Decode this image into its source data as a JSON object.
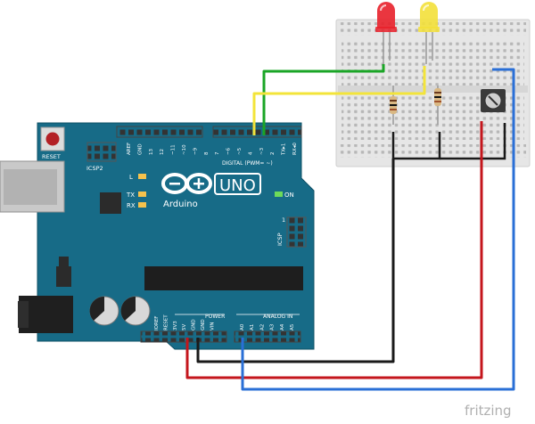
{
  "board": {
    "brand": "Arduino",
    "model": "UNO",
    "reset_label": "RESET",
    "icsp2_label": "ICSP2",
    "icsp_label": "ICSP",
    "icsp_pin1": "1",
    "led_l": "L",
    "led_tx": "TX",
    "led_rx": "RX",
    "led_on": "ON",
    "digital_label": "DIGITAL (PWM= ~)",
    "power_label": "POWER",
    "analog_label": "ANALOG IN",
    "digital_pins": [
      "AREF",
      "GND",
      "13",
      "12",
      "~11",
      "~10",
      "~9",
      "8",
      "7",
      "~6",
      "~5",
      "4",
      "~3",
      "2",
      "TX▸1",
      "RX◂0"
    ],
    "power_pins": [
      "IOREF",
      "RESET",
      "3V3",
      "5V",
      "GND",
      "GND",
      "VIN"
    ],
    "analog_pins": [
      "A0",
      "A1",
      "A2",
      "A3",
      "A4",
      "A5"
    ]
  },
  "leds": [
    {
      "color": "red",
      "hex": "#e8202a"
    },
    {
      "color": "yellow",
      "hex": "#f3e03a"
    }
  ],
  "wires": {
    "green": "#1aa526",
    "yellow": "#f3e43a",
    "black": "#1a1a1a",
    "red": "#c4161c",
    "blue": "#2a6fd6"
  },
  "watermark": "fritzing"
}
